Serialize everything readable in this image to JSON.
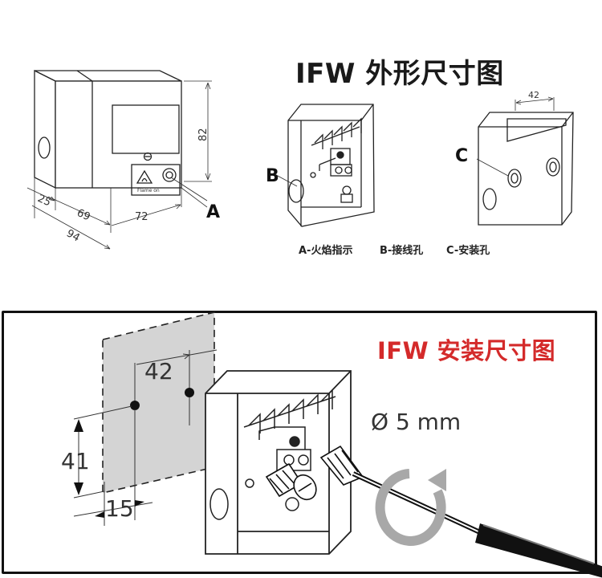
{
  "titles": {
    "dimensions": "IFW 外形尺寸图",
    "installation": "IFW 安装尺寸图"
  },
  "captions": {
    "a": "A-火焰指示",
    "b": "B-接线孔",
    "c": "C-安装孔"
  },
  "callouts": {
    "a": "A",
    "b": "B",
    "c": "C"
  },
  "device_label": "Flame on",
  "dimensions": {
    "height": "82",
    "front_depth": "25",
    "side_depth": "69",
    "width": "72",
    "total_depth": "94",
    "hole_spacing": "42"
  },
  "mounting": {
    "hole_spacing": "42",
    "vertical": "41",
    "offset": "15",
    "screw_diameter": "Ø 5 mm"
  },
  "colors": {
    "install_title": "#d42a2a",
    "wall_plate": "#d4d4d4",
    "rotate_arrow": "#a8a8a8"
  }
}
